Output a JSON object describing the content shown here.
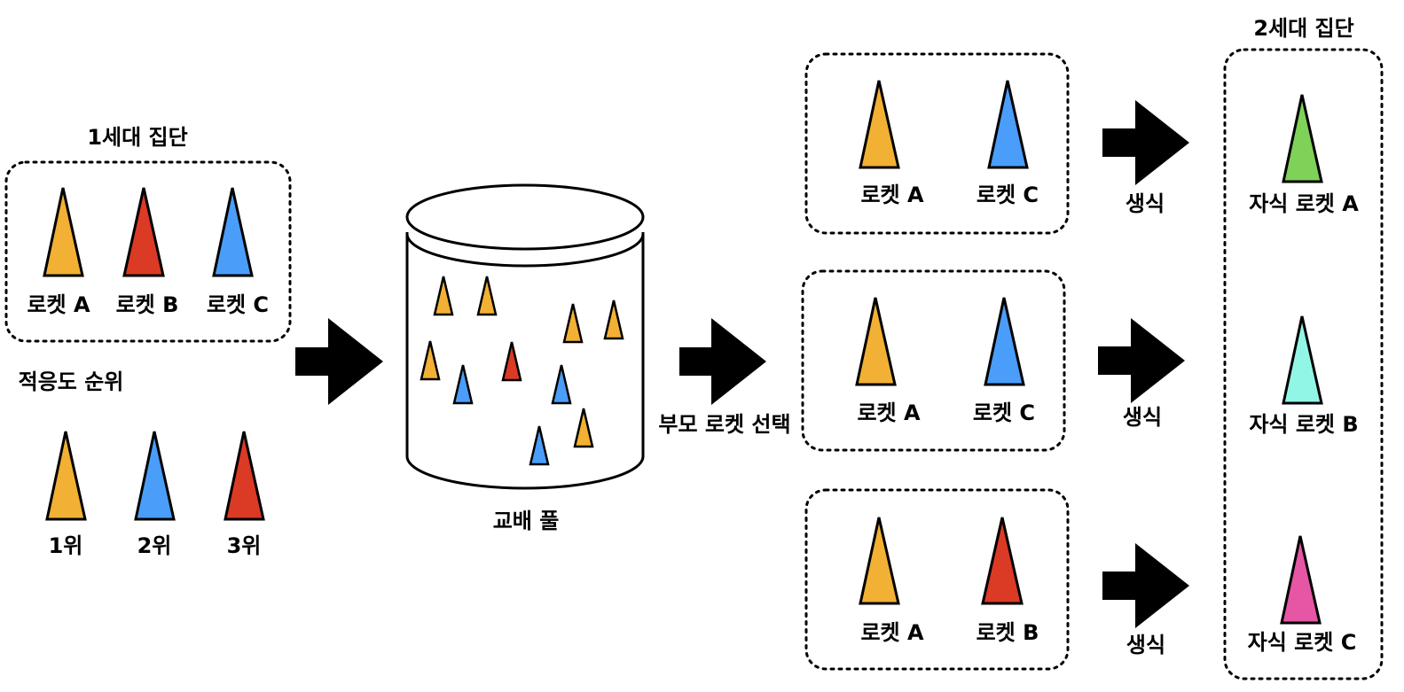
{
  "colors": {
    "orange": "#F2B134",
    "red": "#DB3A25",
    "blue": "#4A9EFA",
    "green": "#7ED257",
    "mint": "#92F6E6",
    "pink": "#E756A5",
    "stroke": "#000000"
  },
  "generation1": {
    "title": "1세대 집단",
    "rockets": [
      {
        "label": "로켓  A",
        "color": "orange"
      },
      {
        "label": "로켓  B",
        "color": "red"
      },
      {
        "label": "로켓  C",
        "color": "blue"
      }
    ]
  },
  "fitness": {
    "title": "적응도 순위",
    "ranks": [
      {
        "label": "1위",
        "color": "orange"
      },
      {
        "label": "2위",
        "color": "blue"
      },
      {
        "label": "3위",
        "color": "red"
      }
    ]
  },
  "pool": {
    "label": "교배 풀",
    "rocket_colors": [
      "orange",
      "orange",
      "orange",
      "orange",
      "orange",
      "blue",
      "red",
      "blue",
      "orange",
      "blue"
    ]
  },
  "selection": {
    "label": "부모 로켓 선택"
  },
  "pairs": [
    {
      "rockets": [
        {
          "label": "로켓  A",
          "color": "orange"
        },
        {
          "label": "로켓  C",
          "color": "blue"
        }
      ],
      "action": "생식"
    },
    {
      "rockets": [
        {
          "label": "로켓  A",
          "color": "orange"
        },
        {
          "label": "로켓  C",
          "color": "blue"
        }
      ],
      "action": "생식"
    },
    {
      "rockets": [
        {
          "label": "로켓  A",
          "color": "orange"
        },
        {
          "label": "로켓  B",
          "color": "red"
        }
      ],
      "action": "생식"
    }
  ],
  "generation2": {
    "title": "2세대 집단",
    "children": [
      {
        "label": "자식 로켓 A",
        "color": "green"
      },
      {
        "label": "자식 로켓 B",
        "color": "mint"
      },
      {
        "label": "자식 로켓 C",
        "color": "pink"
      }
    ]
  }
}
